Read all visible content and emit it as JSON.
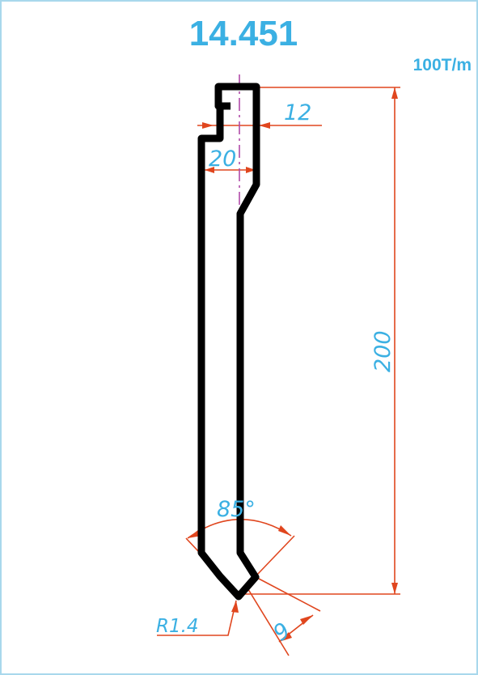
{
  "drawing": {
    "title": "14.451",
    "capacity": "100T/m",
    "dimensions": {
      "height": "200",
      "tang_width": "12",
      "shoulder_width": "20",
      "angle": "85°",
      "tip_radius": "R1.4",
      "tip_length": "9"
    }
  },
  "colors": {
    "frame": "#a8d8ec",
    "text": "#3bb0e3",
    "dimension_lines": "#e0461e",
    "profile": "#000000",
    "centerline": "#b04aa8"
  }
}
